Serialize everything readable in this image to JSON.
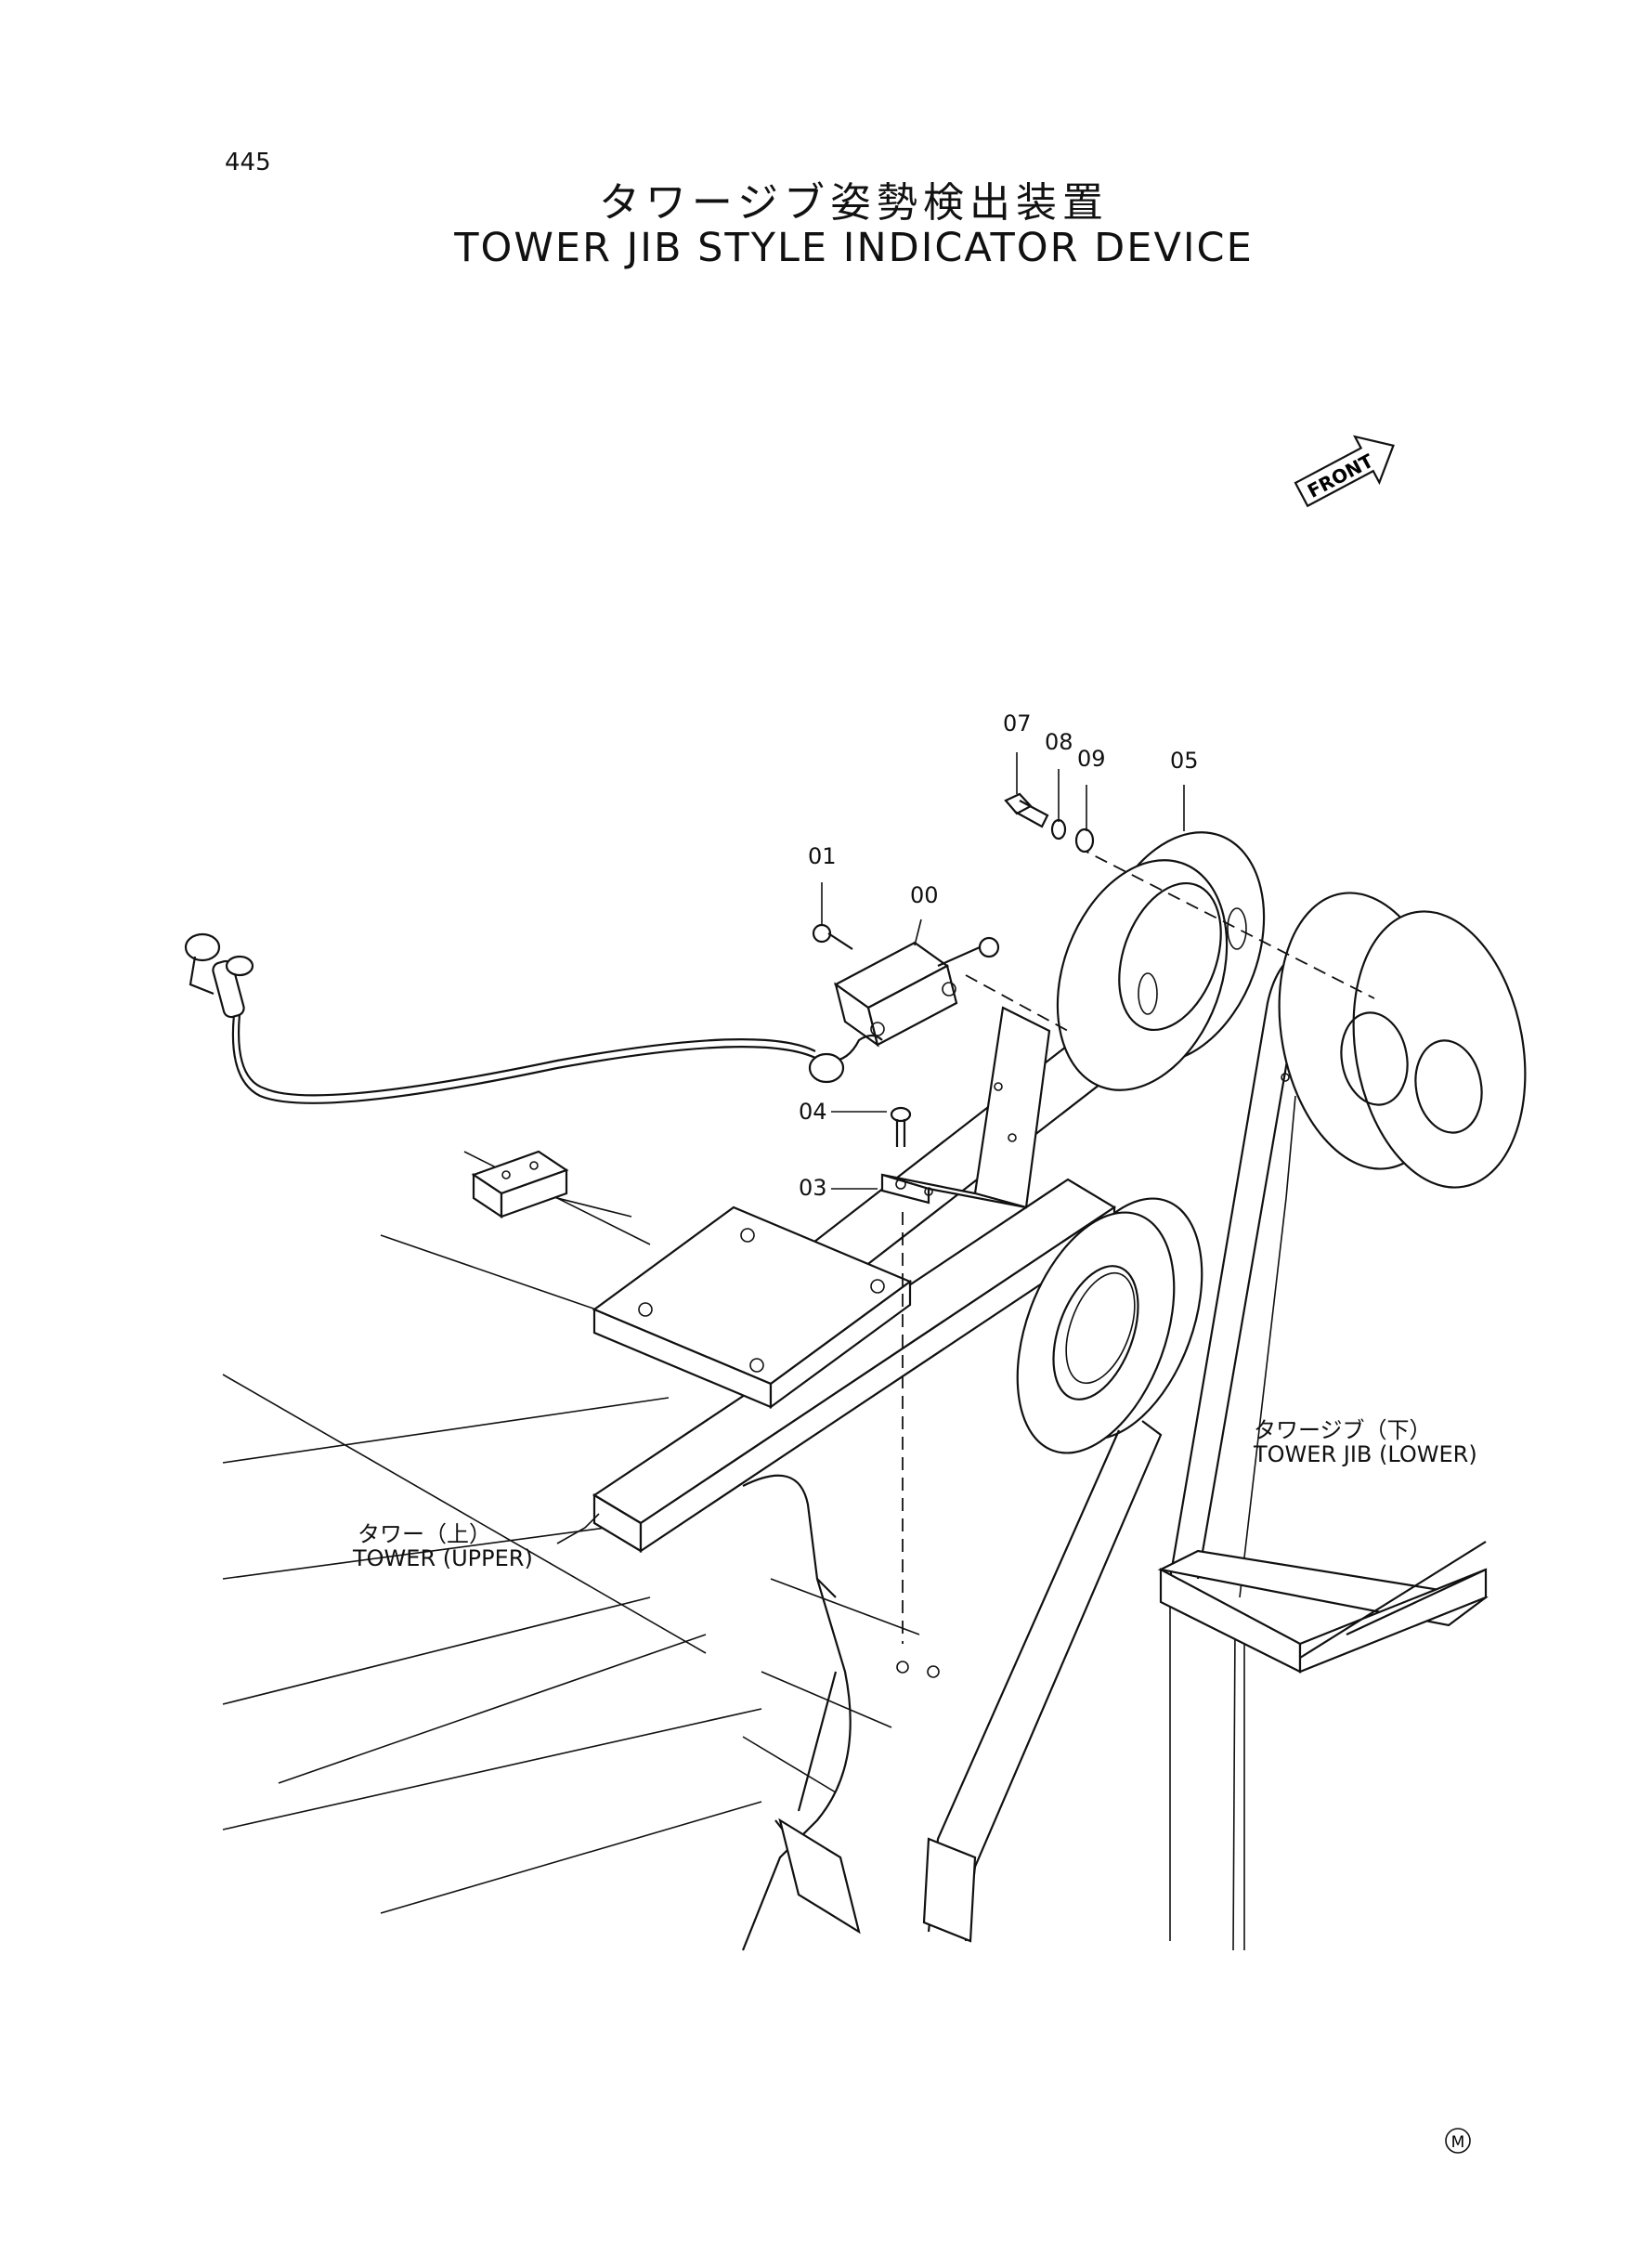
{
  "page_number": "445",
  "title_jp": "タワージブ姿勢検出装置",
  "title_en": "TOWER JIB STYLE INDICATOR DEVICE",
  "front_label": "FRONT",
  "callouts": [
    "07",
    "08",
    "09",
    "05",
    "01",
    "00",
    "04",
    "03"
  ],
  "labels": {
    "tower_jib_lower_jp": "タワージブ（下）",
    "tower_jib_lower_en": "TOWER JIB (LOWER)",
    "tower_upper_jp": "タワー（上）",
    "tower_upper_en": "TOWER (UPPER)"
  },
  "mark": "M"
}
